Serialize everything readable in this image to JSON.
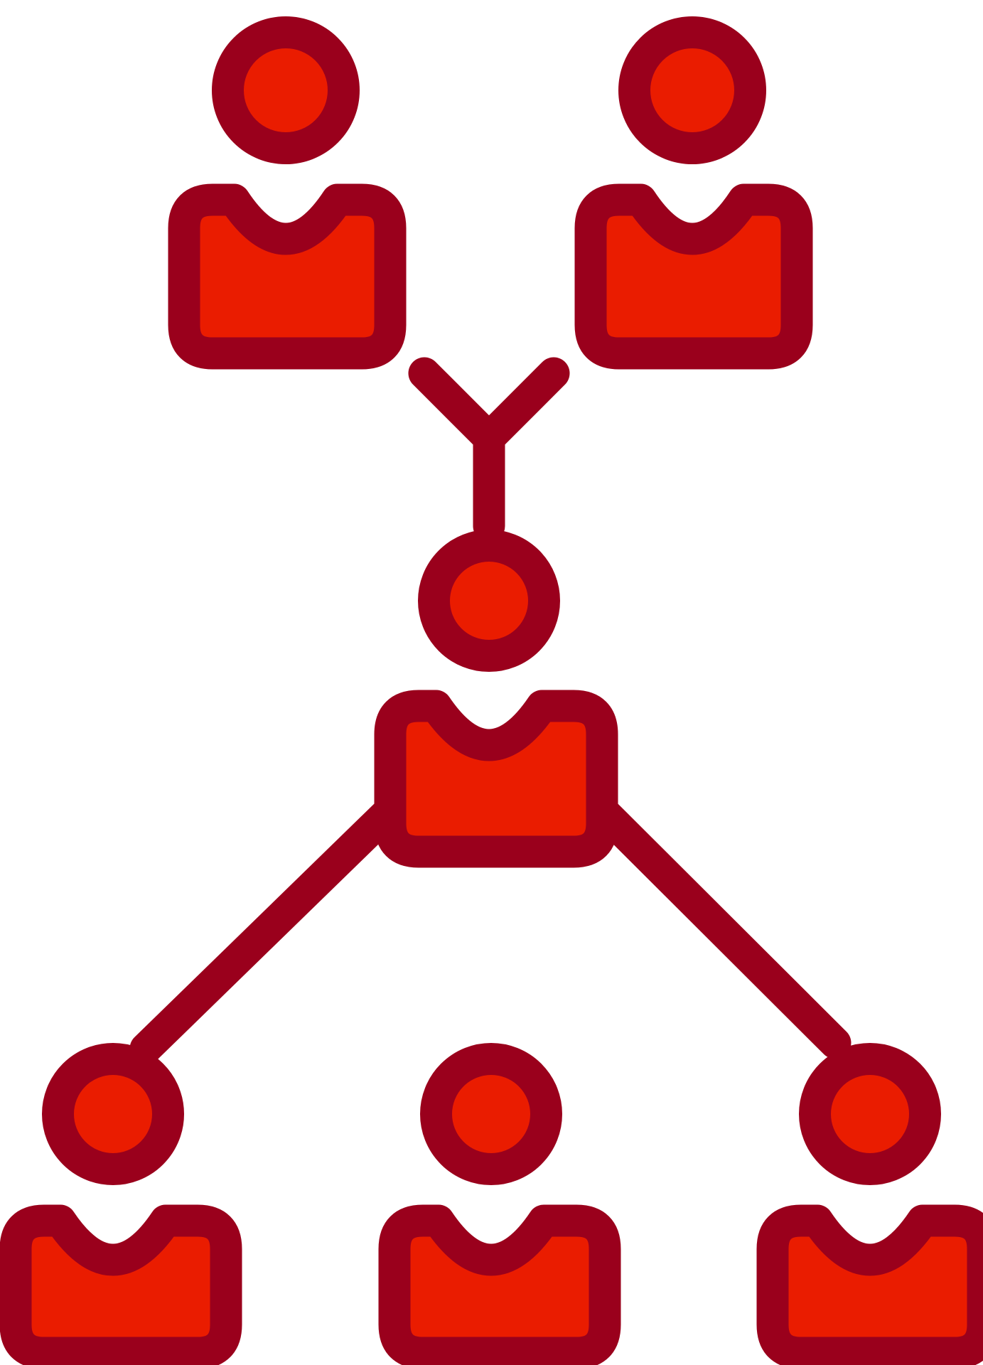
{
  "icon": {
    "name": "team-hierarchy-icon",
    "colors": {
      "fill": "#EA1C00",
      "stroke": "#9A001C",
      "background": "#FFFFFF"
    },
    "people": [
      {
        "id": "top-left-person"
      },
      {
        "id": "top-right-person"
      },
      {
        "id": "center-person"
      },
      {
        "id": "bottom-left-person"
      },
      {
        "id": "bottom-middle-person"
      },
      {
        "id": "bottom-right-person"
      }
    ]
  }
}
